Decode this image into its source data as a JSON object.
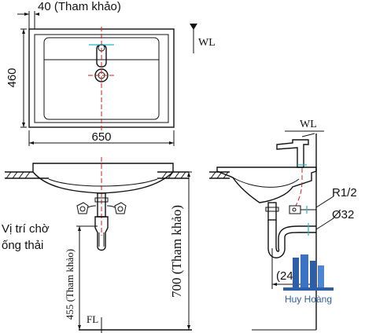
{
  "top_view": {
    "offset_label": "40 (Tham khảo)",
    "wl_label": "WL",
    "height_label": "460",
    "width_label": "650"
  },
  "front_view": {
    "drain_position_label_line1": "Vị trí chờ",
    "drain_position_label_line2": "ống thải",
    "height_ref_label": "455 (Tham khảo)",
    "total_height_label": "700 (Tham khảo)",
    "fl_label": "FL"
  },
  "side_view": {
    "wl_label": "WL",
    "r_label": "R1/2",
    "diameter_label": "Ø32",
    "offset_label": "(24"
  },
  "brand": {
    "name": "Huy Hoàng",
    "accent_color": "#2f5ea8"
  }
}
